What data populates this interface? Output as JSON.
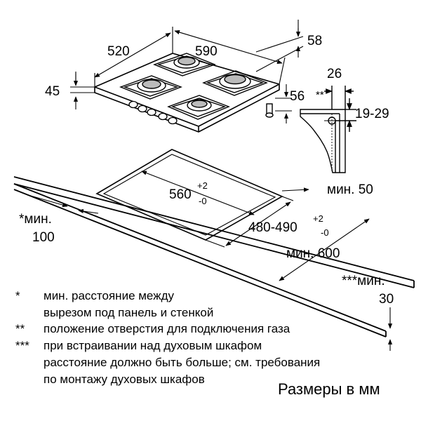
{
  "dimensions": {
    "hob_depth": "520",
    "hob_width": "590",
    "rear_offset": "58",
    "height_above": "45",
    "connection_offset": "56",
    "gas_hole_offset": "26",
    "gas_hole_marker": "**",
    "gas_hole_height": "19-29",
    "cutout_width_main": "560",
    "cutout_width_tol_plus": "+2",
    "cutout_width_tol_minus": "-0",
    "cutout_depth_main": "480-490",
    "cutout_depth_tol_plus": "+2",
    "cutout_depth_tol_minus": "-0",
    "min_front": "мин. 50",
    "min_wall_label": "*мин.",
    "min_wall_value": "100",
    "min_depth": "мин. 600",
    "min_oven_label": "***мин.",
    "min_oven_value": "30"
  },
  "notes": [
    {
      "mark": "*",
      "lines": [
        "мин. расстояние между",
        "вырезом под панель и стенкой"
      ]
    },
    {
      "mark": "**",
      "lines": [
        "положение отверстия для подключения газа"
      ]
    },
    {
      "mark": "***",
      "lines": [
        "при встраивании над духовым шкафом",
        "расстояние должно быть больше; см. требования",
        "по монтажу духовых шкафов"
      ]
    }
  ],
  "units_label": "Размеры в мм"
}
